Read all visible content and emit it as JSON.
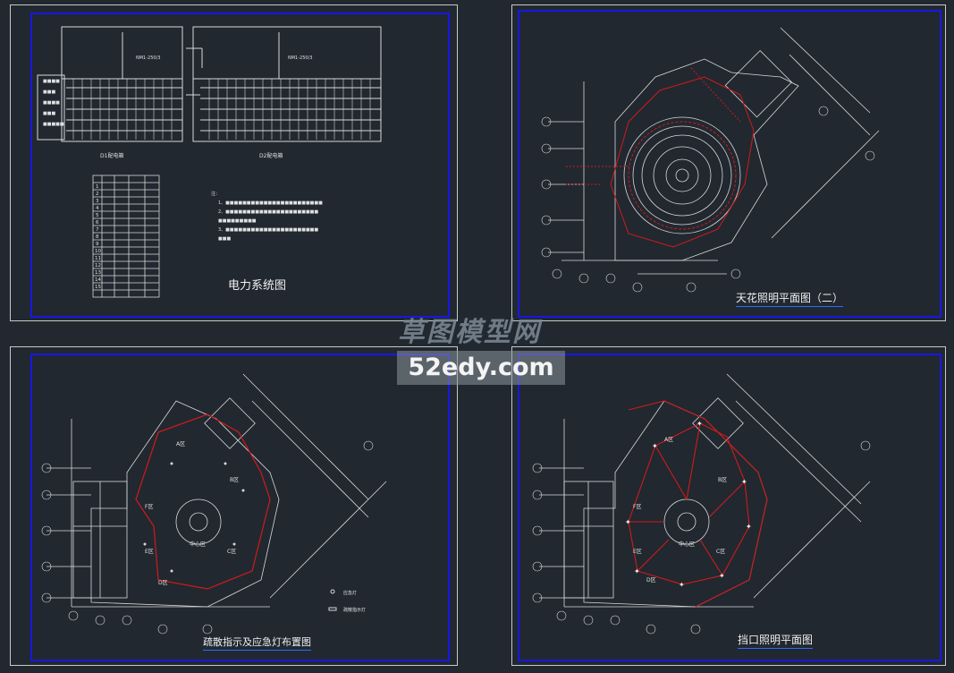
{
  "sheets": {
    "power": {
      "title": "电力系统图",
      "left_label": "D1配电箱",
      "right_label": "D2配电箱",
      "breaker1": "NM1-250/3",
      "breaker2": "NM1-250/3"
    },
    "ceiling": {
      "title": "天花照明平面图（二）"
    },
    "evac": {
      "title": "疏散指示及应急灯布置图",
      "legend1": "应急灯",
      "legend2": "疏散指示灯",
      "zones": [
        "A区",
        "B区",
        "C区",
        "D区",
        "E区",
        "F区"
      ],
      "center": "中心区"
    },
    "light": {
      "title": "挡口照明平面图",
      "zones": [
        "A区",
        "B区",
        "C区",
        "D区",
        "E区",
        "F区"
      ],
      "center": "中心区"
    }
  },
  "watermark": {
    "line1": "草图模型网",
    "line2": "52edy.com"
  }
}
